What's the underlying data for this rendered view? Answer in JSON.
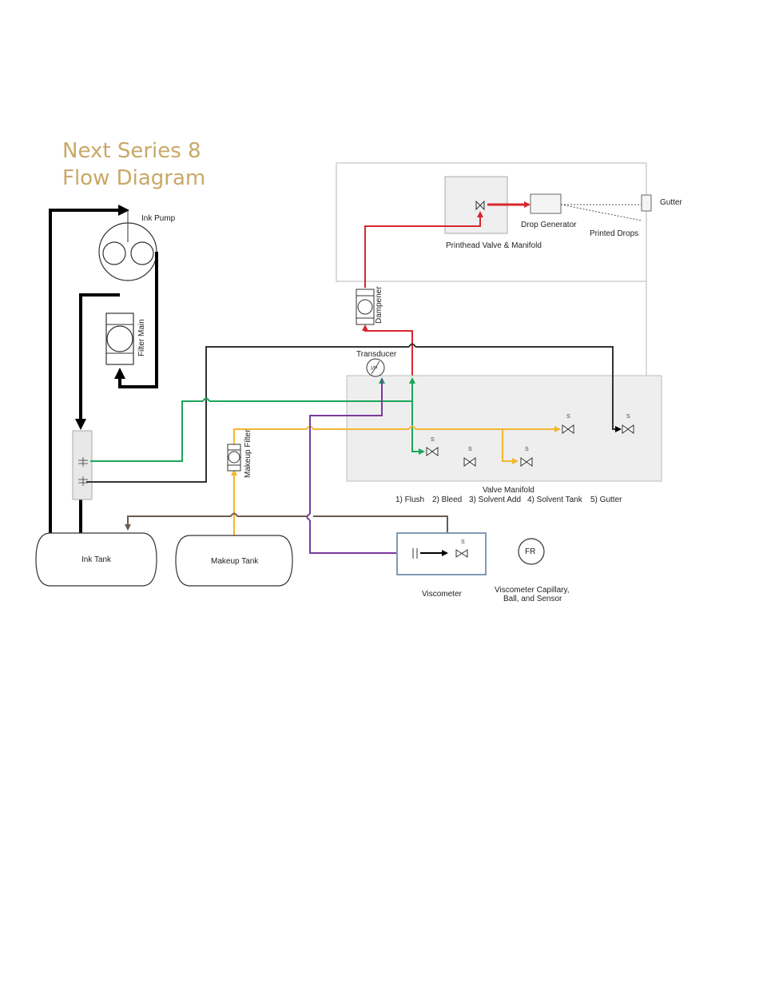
{
  "title": {
    "line1": "Next Series 8",
    "line2": "Flow Diagram"
  },
  "labels": {
    "ink_pump": "Ink Pump",
    "filter_main": "Filter Main",
    "ink_tank": "Ink Tank",
    "makeup_tank": "Makeup Tank",
    "makeup_filter": "Makeup Filter",
    "dampener": "Dampener",
    "transducer": "Transducer",
    "transducer_symbol": "I/P",
    "printhead": "Printhead Valve & Manifold",
    "drop_generator": "Drop Generator",
    "printed_drops": "Printed Drops",
    "gutter": "Gutter",
    "valve_manifold": "Valve Manifold",
    "valve_list": {
      "v1": "1) Flush",
      "v2": "2) Bleed",
      "v3": "3) Solvent Add",
      "v4": "4) Solvent Tank",
      "v5": "5) Gutter"
    },
    "viscometer": "Viscometer",
    "fr_symbol": "FR",
    "visc_capillary_line1": "Viscometer Capillary,",
    "visc_capillary_line2": "Ball, and Sensor",
    "solenoid_mark": "S"
  },
  "colors": {
    "title": "#c9a866",
    "ink": "#000000",
    "pressure": "#d9272e",
    "green": "#1aa65a",
    "yellow": "#f2b731",
    "purple": "#7b3a9c",
    "brown": "#6b5a4e",
    "gray_line": "#555555",
    "viscometer_box": "#7f9ab5"
  }
}
